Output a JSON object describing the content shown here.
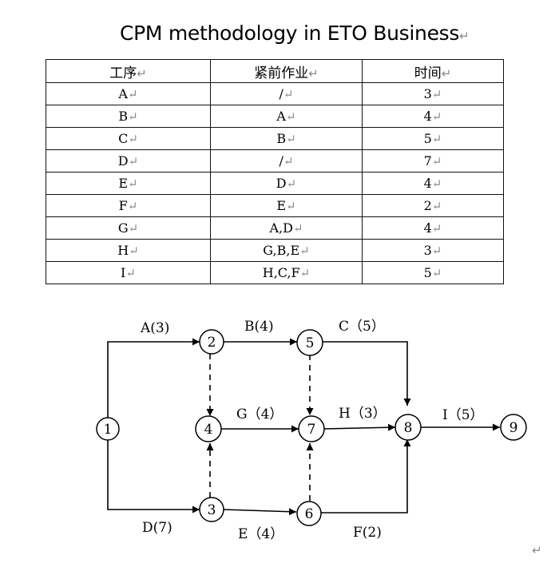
{
  "title": "CPM methodology in ETO Business",
  "paragraph_mark": "↵",
  "table": {
    "headers": [
      "工序",
      "紧前作业",
      "时间"
    ],
    "rows": [
      [
        "A",
        "/",
        "3"
      ],
      [
        "B",
        "A",
        "4"
      ],
      [
        "C",
        "B",
        "5"
      ],
      [
        "D",
        "/",
        "7"
      ],
      [
        "E",
        "D",
        "4"
      ],
      [
        "F",
        "E",
        "2"
      ],
      [
        "G",
        "A,D",
        "4"
      ],
      [
        "H",
        "G,B,E",
        "3"
      ],
      [
        "I",
        "H,C,F",
        "5"
      ]
    ]
  },
  "network": {
    "nodes": [
      "1",
      "2",
      "3",
      "4",
      "5",
      "6",
      "7",
      "8",
      "9"
    ],
    "activity_labels": {
      "A": "A(3)",
      "B": "B(4)",
      "C": "C（5）",
      "D": "D(7)",
      "E": "E（4）",
      "F": "F(2)",
      "G": "G（4）",
      "H": "H（3）",
      "I": "I（5）"
    }
  }
}
